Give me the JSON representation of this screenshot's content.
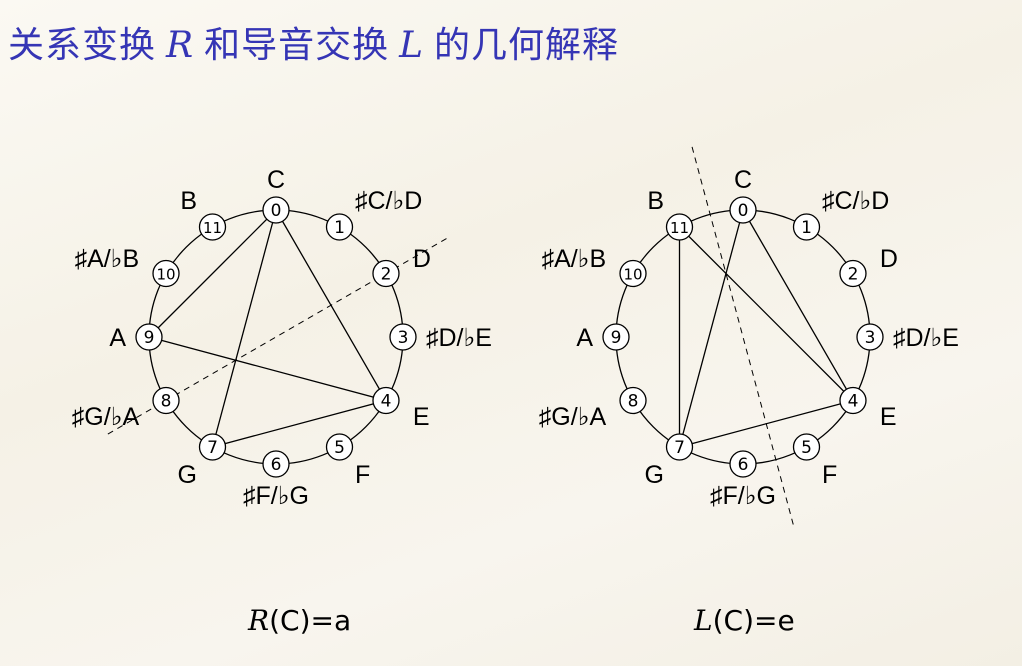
{
  "title": {
    "part1": "关系变换",
    "r_symbol": "R",
    "part2": "和导音交换",
    "l_symbol": "L",
    "part3": "的几何解释"
  },
  "note_labels": [
    "C",
    "♯C/♭D",
    "D",
    "♯D/♭E",
    "E",
    "F",
    "♯F/♭G",
    "G",
    "♯G/♭A",
    "A",
    "♯A/♭B",
    "B"
  ],
  "node_numbers": [
    "0",
    "1",
    "2",
    "3",
    "4",
    "5",
    "6",
    "7",
    "8",
    "9",
    "10",
    "11"
  ],
  "diagrams": [
    {
      "name": "relative-transform",
      "edges": [
        [
          0,
          9
        ],
        [
          0,
          7
        ],
        [
          0,
          4
        ],
        [
          9,
          4
        ],
        [
          7,
          4
        ]
      ],
      "axis_between_nodes": [
        2,
        8
      ],
      "caption": {
        "op": "R",
        "rest": "(C)=a"
      }
    },
    {
      "name": "leading-tone-exchange",
      "edges": [
        [
          0,
          7
        ],
        [
          0,
          4
        ],
        [
          11,
          4
        ],
        [
          11,
          7
        ],
        [
          7,
          4
        ]
      ],
      "axis_between_nodes": [
        11.5,
        5.5
      ],
      "caption": {
        "op": "L",
        "rest": "(C)=e"
      }
    }
  ],
  "colors": {
    "title": "#3535b5"
  }
}
